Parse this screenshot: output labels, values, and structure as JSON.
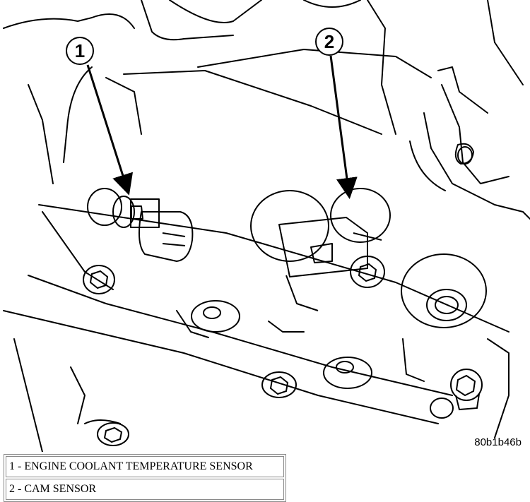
{
  "callouts": [
    {
      "number": "1"
    },
    {
      "number": "2"
    }
  ],
  "figure_code": "80b1b46b",
  "legend": [
    {
      "text": "1 - ENGINE COOLANT TEMPERATURE SENSOR"
    },
    {
      "text": "2 - CAM SENSOR"
    }
  ]
}
